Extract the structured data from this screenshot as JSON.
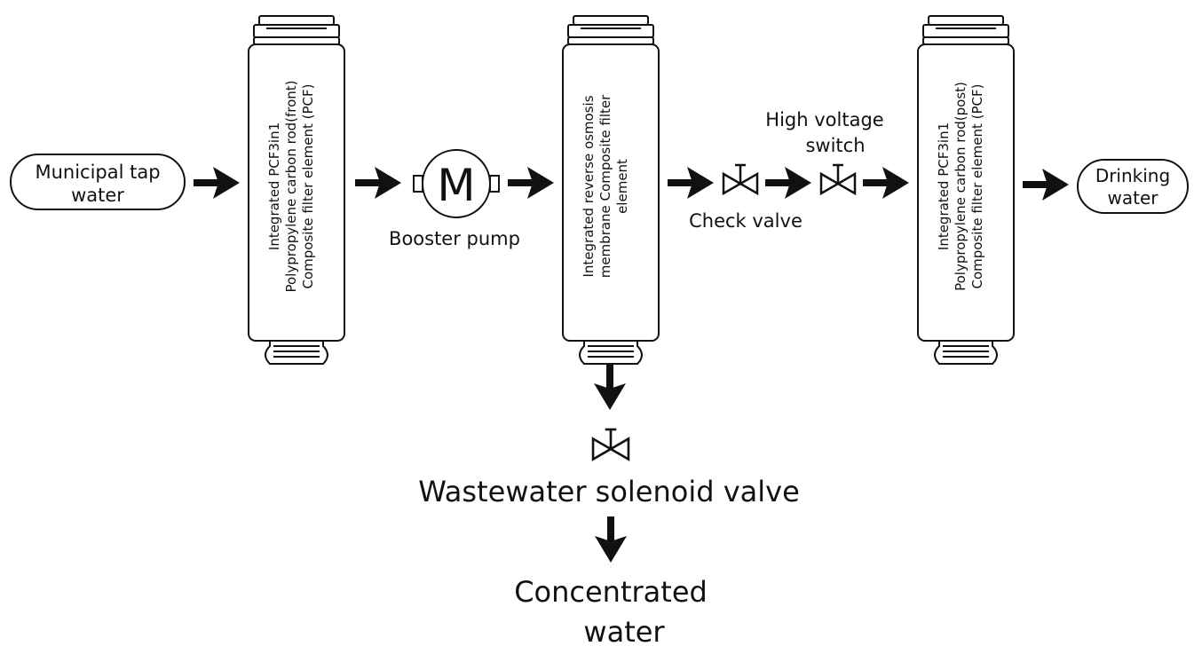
{
  "source": {
    "line1": "Municipal tap",
    "line2": "water"
  },
  "filter_front": {
    "line1": "Integrated PCF3in1",
    "line2": "Polypropylene carbon rod(front)",
    "line3": "Composite filter element  (PCF)"
  },
  "booster_pump": {
    "symbol": "M",
    "label": "Booster pump"
  },
  "filter_ro": {
    "line1": "Integrated reverse osmosis",
    "line2": "membrane Composite filter",
    "line3": "element"
  },
  "check_valve": {
    "label": "Check valve"
  },
  "high_voltage_switch": {
    "line1": "High voltage",
    "line2": "switch"
  },
  "filter_post": {
    "line1": "Integrated PCF3in1",
    "line2": "Polypropylene carbon rod(post)",
    "line3": "Composite filter element  (PCF)"
  },
  "output": {
    "line1": "Drinking",
    "line2": "water"
  },
  "wastewater_valve": {
    "label": "Wastewater solenoid valve"
  },
  "concentrated": {
    "line1": "Concentrated",
    "line2": "water"
  },
  "colors": {
    "stroke": "#111111",
    "background": "#ffffff"
  }
}
